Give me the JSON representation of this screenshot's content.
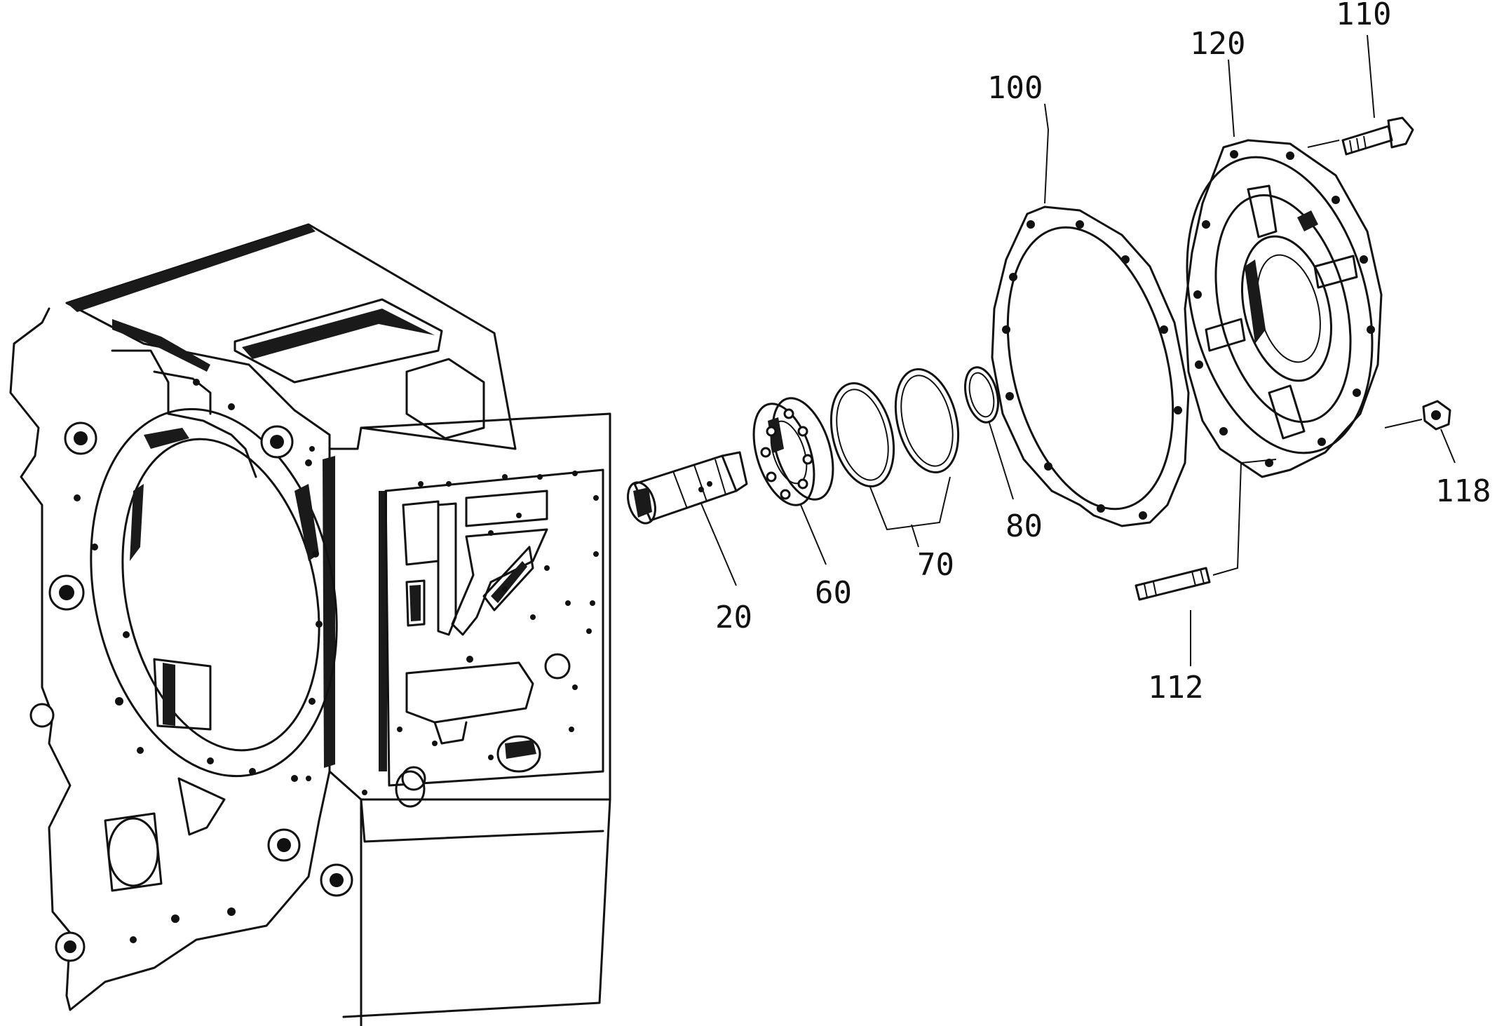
{
  "callouts": {
    "p20": "20",
    "p60": "60",
    "p70": "70",
    "p80": "80",
    "p100": "100",
    "p110": "110",
    "p112": "112",
    "p118": "118",
    "p120": "120"
  },
  "colors": {
    "ink": "#111111",
    "paper": "#ffffff"
  }
}
